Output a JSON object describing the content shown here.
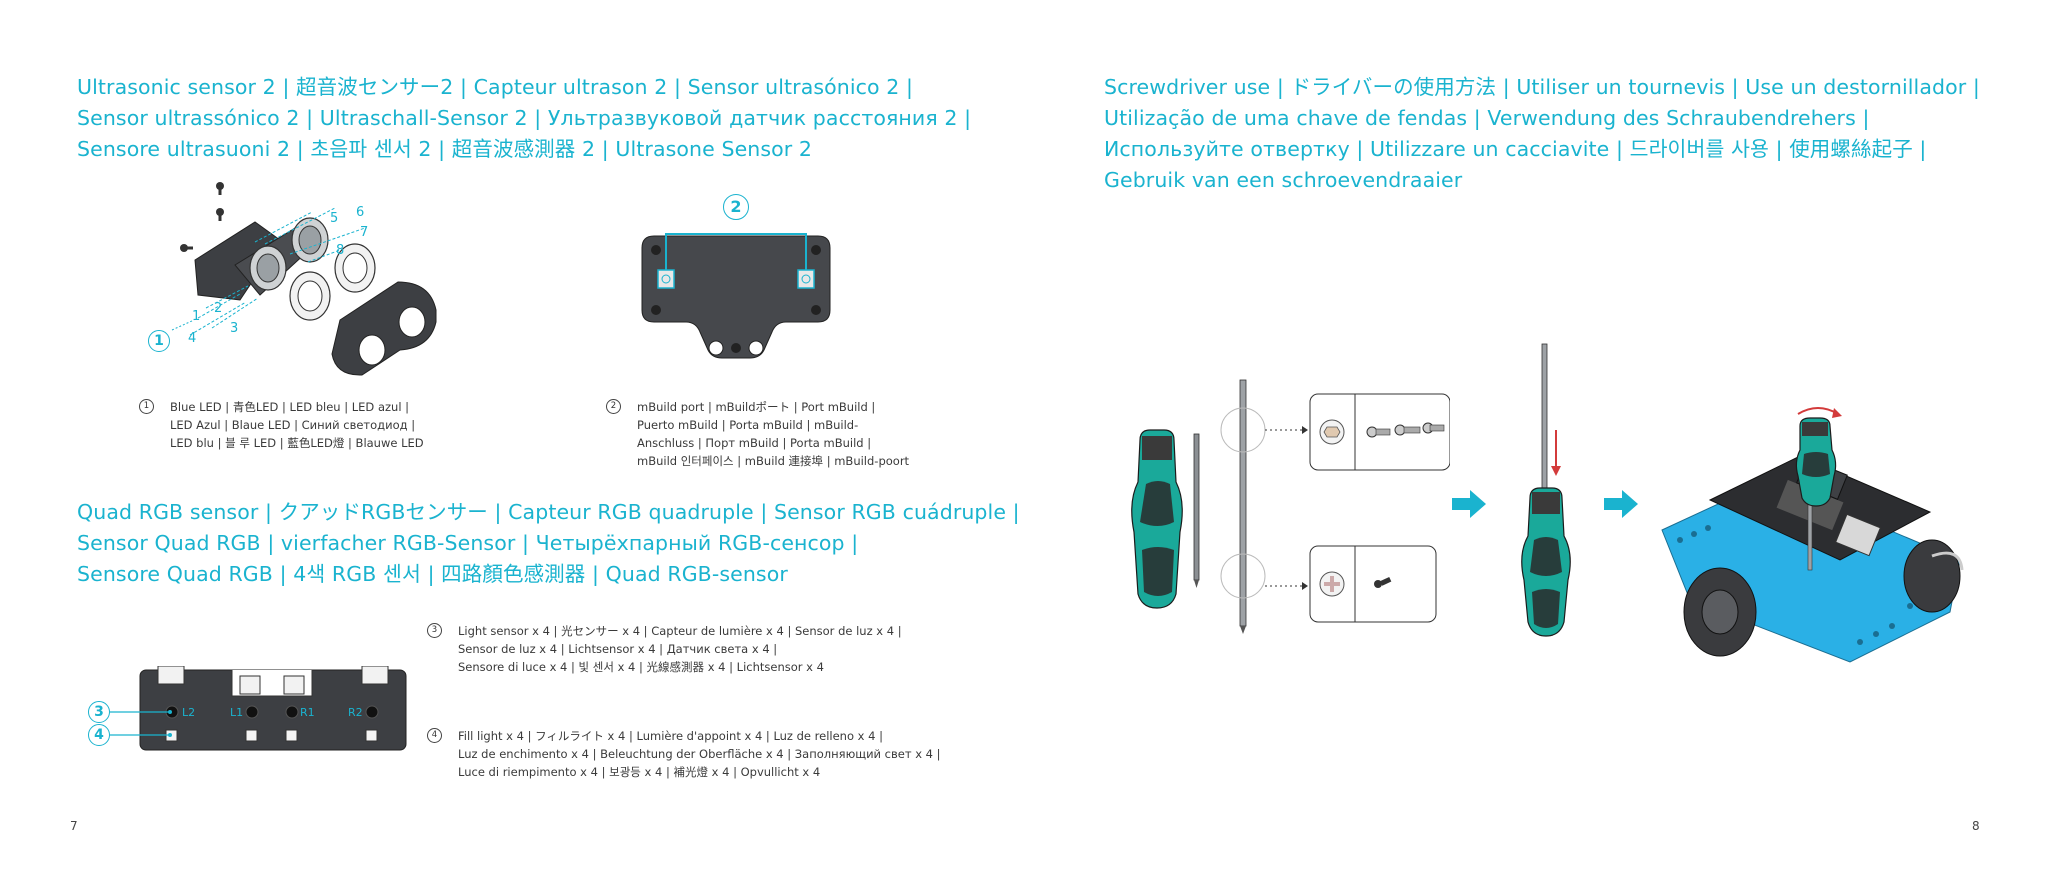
{
  "left_page": {
    "ultrasonic": {
      "heading_lines": [
        "Ultrasonic sensor 2 | 超音波センサー2 | Capteur ultrason 2 | Sensor ultrasónico 2 |",
        "Sensor ultrassónico 2 | Ultraschall-Sensor 2 | Ультразвуковой датчик расстояния 2 |",
        "Sensore  ultrasuoni 2 | 초음파 센서 2 | 超音波感測器 2 | Ultrasone Sensor 2"
      ],
      "figure_labels": [
        "1",
        "2",
        "3",
        "4",
        "5",
        "6",
        "7",
        "8"
      ],
      "callout_1": "1",
      "callout_2": "2",
      "note1": {
        "num": "1",
        "lines": [
          "Blue LED | 青色LED | LED bleu | LED azul |",
          "LED Azul | Blaue LED | Синий светодиод |",
          "LED blu | 블 루 LED | 藍色LED燈 | Blauwe LED"
        ]
      },
      "note2": {
        "num": "2",
        "lines": [
          "mBuild port | mBuildポート | Port mBuild |",
          "Puerto mBuild | Porta mBuild | mBuild-",
          "Anschluss | Порт mBuild | Porta mBuild |",
          "mBuild 인터페이스 | mBuild 連接埠 | mBuild-poort"
        ]
      }
    },
    "quad_rgb": {
      "heading_lines": [
        "Quad RGB sensor | クアッドRGBセンサー | Capteur RGB quadruple | Sensor RGB cuádruple |",
        "Sensor Quad RGB | vierfacher RGB-Sensor | Четырёхпарный RGB-сенсор |",
        "Sensore Quad RGB | 4색 RGB 센서 | 四路顏色感測器 | Quad RGB-sensor"
      ],
      "board_labels": [
        "L2",
        "L1",
        "R1",
        "R2"
      ],
      "callout_3": "3",
      "callout_4": "4",
      "note3": {
        "num": "3",
        "lines": [
          "Light sensor x 4 | 光センサー x 4 | Capteur de lumière x 4 | Sensor de luz x 4  |",
          "Sensor de luz x 4 | Lichtsensor x 4 | Датчик света x 4 |",
          "Sensore di luce x 4 | 빛 센서 x 4 | 光線感測器 x 4 | Lichtsensor x 4"
        ]
      },
      "note4": {
        "num": "4",
        "lines": [
          "Fill light x 4 | フィルライト x 4 | Lumière d'appoint x 4 | Luz de relleno  x 4 |",
          "Luz de enchimento x 4 | Beleuchtung der Oberfläche x 4 | Заполняющий свет x 4 |",
          "Luce di riempimento x 4 | 보광등 x 4 | 補光燈 x 4 | Opvullicht x 4"
        ]
      }
    },
    "page_number": "7"
  },
  "right_page": {
    "screwdriver": {
      "heading_lines": [
        "Screwdriver use | ドライバーの使用方法 | Utiliser un tournevis | Use un destornillador |",
        "Utilização de uma chave de fendas | Verwendung des Schraubendrehers |",
        "Используйте отвертку | Utilizzare un cacciavite | 드라이버를 사용  | 使用螺絲起子 |",
        "Gebruik van een schroevendraaier"
      ]
    },
    "page_number": "8"
  },
  "colors": {
    "accent": "#1ab3cf",
    "teal_handle": "#1aa99a",
    "robot_blue": "#2ab0e6",
    "dark_part": "#3d3f43",
    "arrow_red": "#d33b3b"
  }
}
